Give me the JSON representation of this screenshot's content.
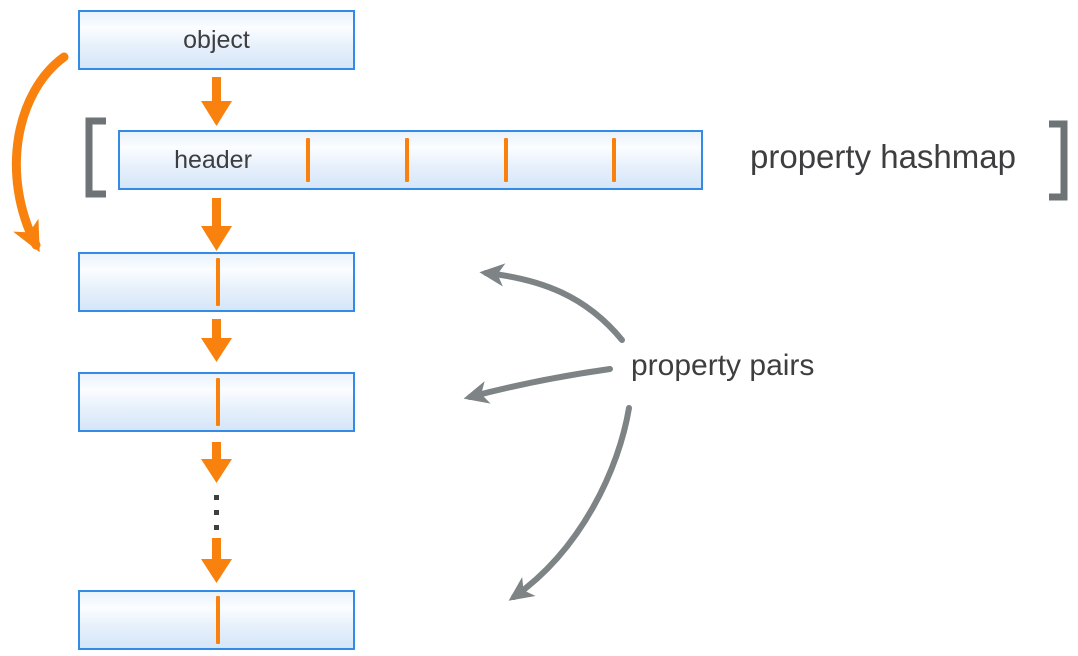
{
  "colors": {
    "accent_orange": "#F8820D",
    "box_border_blue": "#338BE6",
    "arrow_gray": "#7E8386",
    "bracket_gray": "#6E7375",
    "text_dark": "#3E3E40"
  },
  "diagram": {
    "object_box": {
      "label": "object"
    },
    "hashmap": {
      "header_box": {
        "label": "header"
      },
      "caption": "property hashmap",
      "slot_count": 5
    },
    "property_pairs": {
      "caption": "property pairs",
      "box_count": 3,
      "cells_per_box": 2
    }
  }
}
